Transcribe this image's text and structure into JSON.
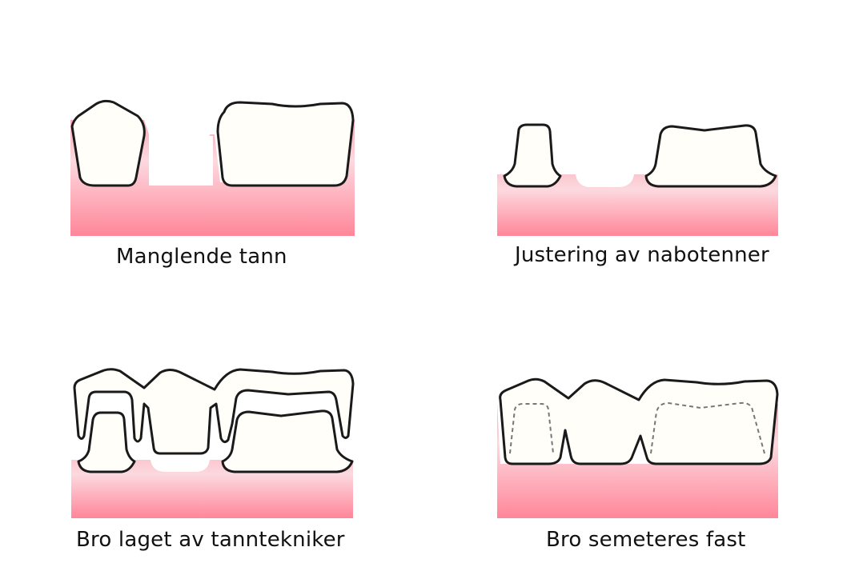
{
  "colors": {
    "gum_top": "#fbd6dc",
    "gum_bottom": "#ff8a9c",
    "tooth_fill": "#fffef9",
    "outline": "#1a1a1a",
    "dashed_outline": "#777777"
  },
  "panels": [
    {
      "id": "missing-tooth",
      "caption": "Manglende tann"
    },
    {
      "id": "adjusting-neighbors",
      "caption": "Justering av nabotenner"
    },
    {
      "id": "bridge-made",
      "caption": "Bro laget av tanntekniker"
    },
    {
      "id": "bridge-cemented",
      "caption": "Bro semeteres fast"
    }
  ]
}
